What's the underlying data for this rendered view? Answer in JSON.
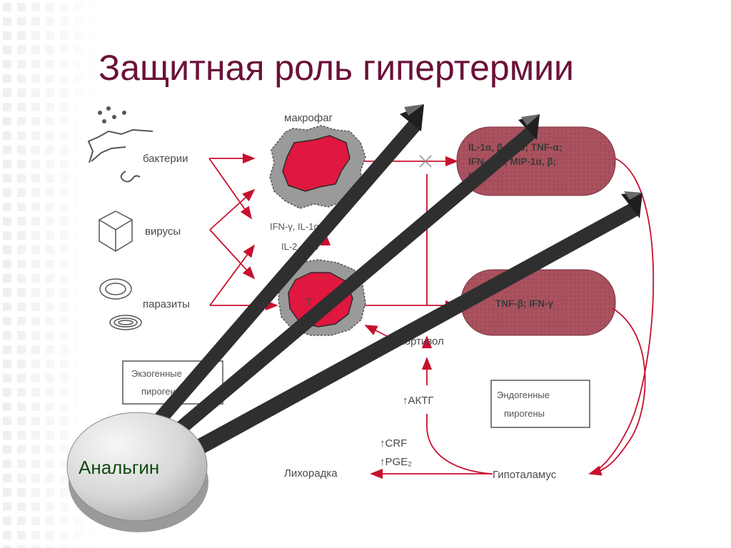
{
  "slide": {
    "title": "Защитная роль гипертермии"
  },
  "diagram": {
    "pathogens": {
      "bacteria": "бактерии",
      "viruses": "вирусы",
      "parasites": "паразиты"
    },
    "macrophage_label": "макрофаг",
    "cell_inner_label": "T",
    "cytokines_mid": {
      "line1": "IFN-γ, IL-1α, β",
      "line2": "IL-2, IL-6"
    },
    "cytokines_top": {
      "line1": "IL-1α, β, IL-6; TNF-α;",
      "line2": "IFN-α, β; MIP-1α, β;",
      "line3": "IL-8"
    },
    "cytokines_mid_right": "TNF-β; IFN-γ",
    "cortisol": "кортизол",
    "exogenous": {
      "line1": "Экзогенные",
      "line2": "пирогены"
    },
    "endogenous": {
      "line1": "Эндогенные",
      "line2": "пирогены"
    },
    "acth": "↑АКТГ",
    "crf": "↑CRF",
    "pge2": "↑PGE₂",
    "fever": "Лихорадка",
    "hypothalamus": "Гипоталамус",
    "drug": "Анальгин"
  },
  "colors": {
    "title": "#6b1139",
    "arrow_red": "#c8102e",
    "cytokine_box": "#a8505d",
    "cell_red": "#e0173f",
    "cell_gray": "#9a9a9a",
    "bar_dark": "#2f2f2f",
    "pill": "#d9d9d9"
  }
}
